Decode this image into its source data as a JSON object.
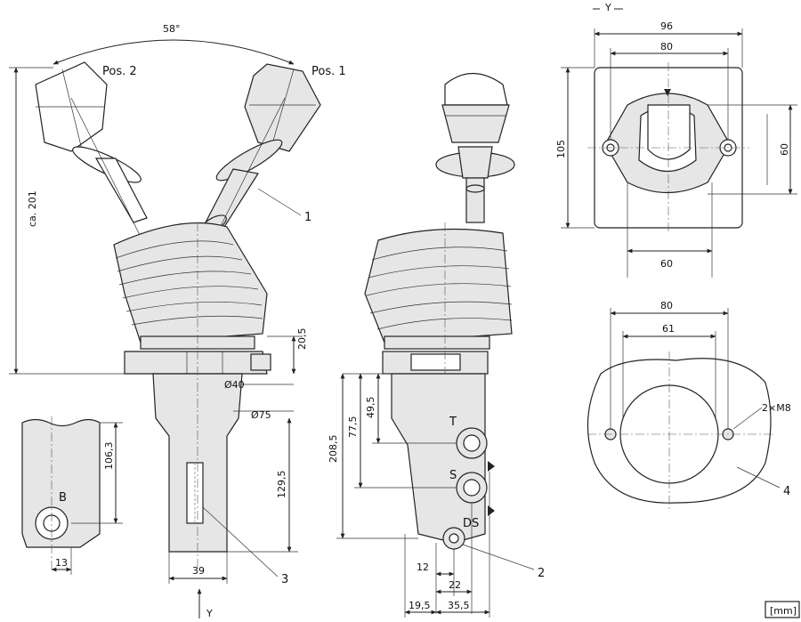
{
  "labels": {
    "angle": "58°",
    "pos2": "Pos. 2",
    "pos1": "Pos. 1",
    "height_total": "ca. 201",
    "view_y": "Y",
    "view_y_top": "Y",
    "unit": "[mm]",
    "callout_1": "1",
    "callout_2": "2",
    "callout_3": "3",
    "callout_4": "4",
    "letter_b": "B",
    "letter_t": "T",
    "letter_s": "S",
    "letter_ds": "DS",
    "thread": "2×M8"
  },
  "dims_front": {
    "d_20_5": "20,5",
    "d_phi_40": "Ø40",
    "d_phi_75": "Ø75",
    "d_106_3": "106,3",
    "d_129_5": "129,5",
    "d_39": "39",
    "d_13": "13"
  },
  "dims_side": {
    "d_208_5": "208,5",
    "d_77_5": "77,5",
    "d_49_5": "49,5",
    "d_12": "12",
    "d_22": "22",
    "d_19_5": "19,5",
    "d_35_5": "35,5"
  },
  "dims_top": {
    "d_96": "96",
    "d_80": "80",
    "d_105": "105",
    "d_60v": "60",
    "d_60h": "60"
  },
  "dims_flange": {
    "d_80": "80",
    "d_61": "61"
  }
}
